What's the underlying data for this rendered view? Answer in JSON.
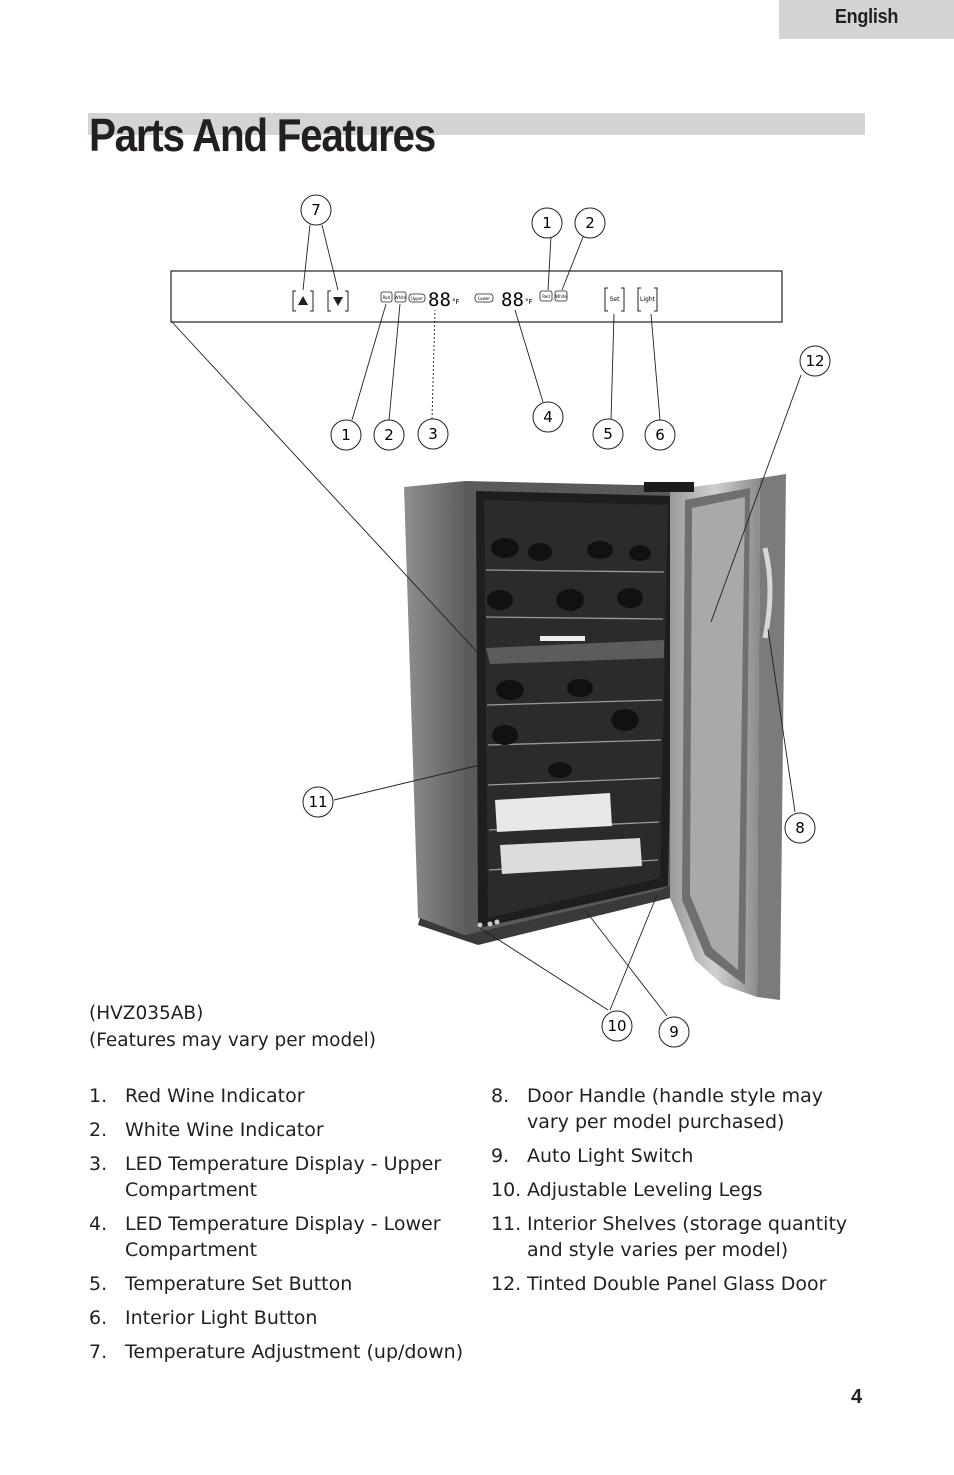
{
  "header": {
    "language_tab": "English"
  },
  "page_title": "Parts And Features",
  "diagram": {
    "control_panel": {
      "red_label": "Red",
      "white_label": "White",
      "upper_label": "Upper",
      "lower_label": "Lower",
      "digits": "88",
      "unit": "°F",
      "set_label": "Set",
      "light_label": "Light"
    },
    "callouts": [
      "1",
      "2",
      "3",
      "4",
      "5",
      "6",
      "7",
      "8",
      "9",
      "10",
      "11",
      "12"
    ]
  },
  "model": {
    "line1": "(HVZ035AB)",
    "line2": "(Features may vary per model)"
  },
  "features_left": [
    {
      "num": "1.",
      "text": "Red Wine Indicator"
    },
    {
      "num": "2.",
      "text": "White Wine Indicator"
    },
    {
      "num": "3.",
      "text": "LED Temperature Display - Upper Compartment"
    },
    {
      "num": "4.",
      "text": "LED Temperature Display - Lower Compartment"
    },
    {
      "num": "5.",
      "text": "Temperature Set Button"
    },
    {
      "num": "6.",
      "text": "Interior Light Button"
    },
    {
      "num": "7.",
      "text": "Temperature Adjustment (up/down)"
    }
  ],
  "features_right": [
    {
      "num": "8.",
      "text": "Door Handle (handle style may vary per model purchased)"
    },
    {
      "num": "9.",
      "text": "Auto Light Switch"
    },
    {
      "num": "10.",
      "text": "Adjustable Leveling Legs"
    },
    {
      "num": "11.",
      "text": "Interior Shelves (storage quantity and style varies per model)"
    },
    {
      "num": "12.",
      "text": "Tinted Double Panel Glass Door"
    }
  ],
  "page_number": "4"
}
